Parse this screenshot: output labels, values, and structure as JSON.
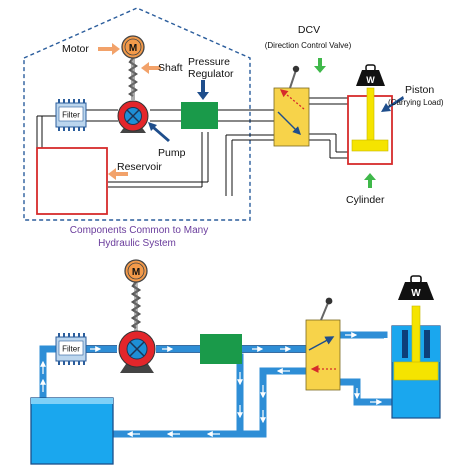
{
  "labels": {
    "motor": "Motor",
    "shaft": "Shaft",
    "pressure_regulator_line1": "Pressure",
    "pressure_regulator_line2": "Regulator",
    "filter_top": "Filter",
    "pump": "Pump",
    "reservoir": "Reservoir",
    "dcv": "DCV",
    "dcv_full": "(Direction Control Valve)",
    "piston": "Piston",
    "piston_load": "(Carrying Load)",
    "cylinder": "Cylinder",
    "motor_symbol_top": "M",
    "weight_symbol_top": "W",
    "filter_bottom": "Filter",
    "motor_symbol_bottom": "M",
    "weight_symbol_bottom": "W"
  },
  "caption": {
    "line1": "Components Common to Many",
    "line2": "Hydraulic System"
  },
  "colors": {
    "motor_fill": "#f39a4a",
    "pump_fill": "#e3262b",
    "pump_impeller": "#1e8fd6",
    "regulator": "#1a9a4a",
    "dcv": "#f7d34a",
    "piston": "#f5e400",
    "cylinder_outline": "#d62b2b",
    "reservoir_outline": "#d62b2b",
    "arrow_orange": "#f2a26a",
    "arrow_navy": "#1f4e8c",
    "arrow_green": "#3fb84a",
    "pipe_blue": "#2e8ed6",
    "water": "#1aa7ee",
    "dashed_border": "#2b5d9c",
    "caption_text": "#6a3c9c"
  }
}
